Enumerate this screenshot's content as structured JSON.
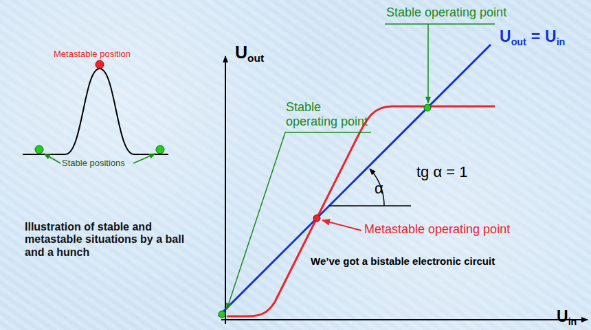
{
  "diagram": {
    "labels": [
      "Metastable position",
      "Stable positions",
      "Illustration of stable and metastable situations by a ball and a hunch",
      "U",
      "out",
      "Stable operating point",
      "U",
      "out",
      "=",
      "U",
      "in",
      "Stable operating point",
      "tg α = 1",
      "α",
      "Metastable operating point",
      "We’ve got a bistable electronic circuit",
      "U",
      "in"
    ]
  }
}
